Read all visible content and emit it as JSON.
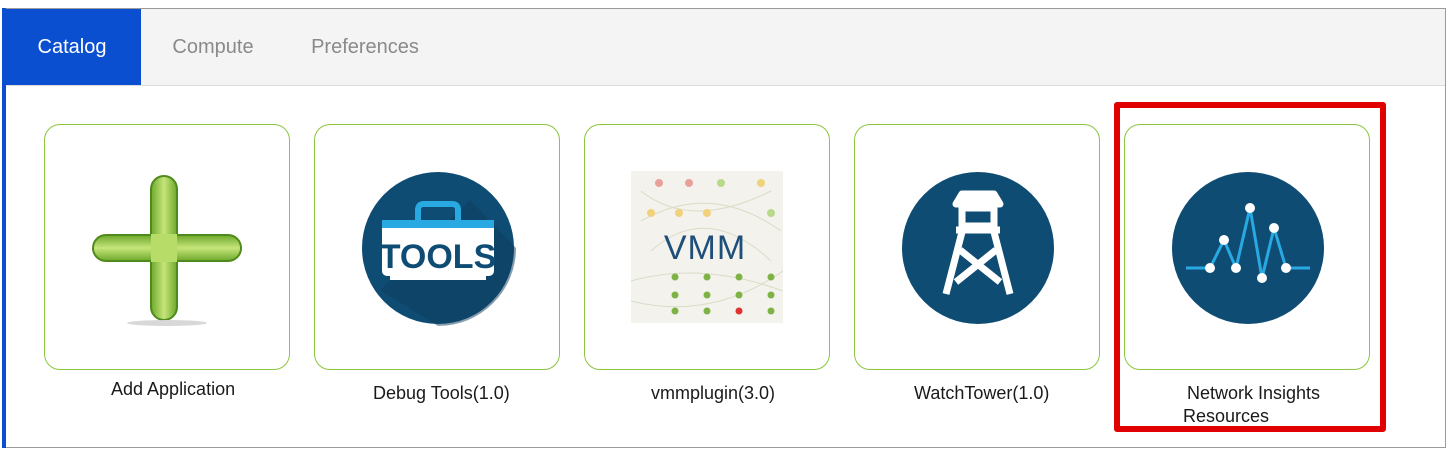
{
  "tabs": [
    {
      "label": "Catalog",
      "active": true
    },
    {
      "label": "Compute",
      "active": false
    },
    {
      "label": "Preferences",
      "active": false
    }
  ],
  "apps": [
    {
      "label": "Add Application",
      "icon": "plus-icon"
    },
    {
      "label": "Debug Tools(1.0)",
      "icon": "toolbox-icon",
      "icon_text": "TOOLS"
    },
    {
      "label": "vmmplugin(3.0)",
      "icon": "vmm-network-icon",
      "icon_text": "VMM"
    },
    {
      "label": "WatchTower(1.0)",
      "icon": "watchtower-icon"
    },
    {
      "label_line1": "Network Insights",
      "label_line2": "Resources",
      "icon": "network-insights-icon",
      "highlighted": true
    }
  ],
  "colors": {
    "accent": "#0b4fd1",
    "tile_border": "#8cc63f",
    "icon_circle": "#0f4c74",
    "highlight": "#e00000"
  }
}
